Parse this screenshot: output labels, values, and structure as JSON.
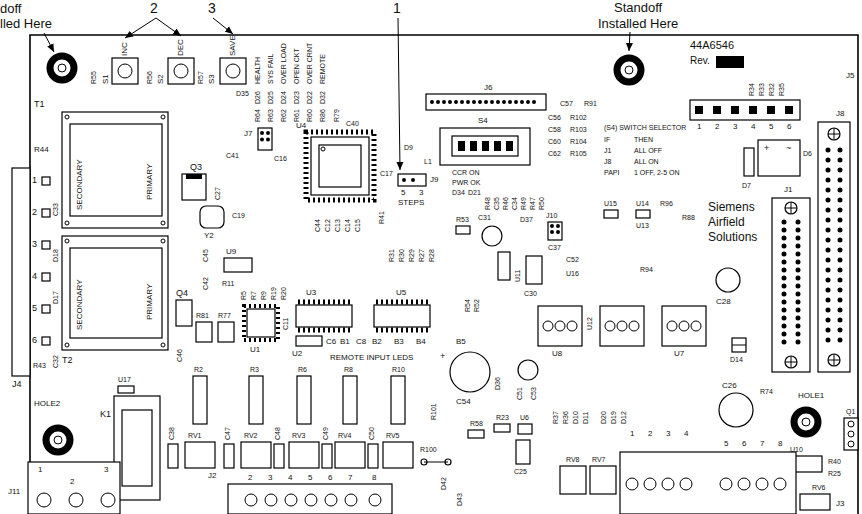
{
  "diagram": {
    "labels": [
      "doff",
      "lled Here",
      "2",
      "3",
      "1",
      "Standoff",
      "Installed Here",
      "R55",
      "INC",
      "S1",
      "R56",
      "DEC",
      "S2",
      "R57",
      "SAVE",
      "S3",
      "HEALTH",
      "SYS FAIL",
      "OVER LOAD",
      "OPEN CKT",
      "OVER CRNT",
      "REMOTE",
      "D26",
      "D25",
      "D24",
      "D23",
      "D22",
      "D32",
      "R64",
      "R63",
      "R62",
      "R61",
      "R60",
      "R86",
      "R79",
      "D35",
      "T1",
      "R44",
      "1",
      "2",
      "3",
      "4",
      "5",
      "6",
      "C33",
      "D18",
      "D17",
      "C32",
      "R43",
      "J4",
      "T2",
      "SECONDARY",
      "PRIMARY",
      "SECONDARY",
      "PRIMARY",
      "Q3",
      "C27",
      "C41",
      "J7",
      "C16",
      "Y2",
      "C19",
      "U9",
      "C45",
      "C42",
      "Q4",
      "R81",
      "R77",
      "C46",
      "U4",
      "C40",
      "C44",
      "C12",
      "C13",
      "C14",
      "C15",
      "R41",
      "R31",
      "R30",
      "R29",
      "R27",
      "R28",
      "R11",
      "R5",
      "R7",
      "R9",
      "R19",
      "R20",
      "U1",
      "U3",
      "C11",
      "U2",
      "U5",
      "C6",
      "B1",
      "C8",
      "B2",
      "B3",
      "B4",
      "B5",
      "REMOTE INPUT LEDS",
      "D9",
      "C17",
      "L1",
      "J9",
      "5",
      "3",
      "STEPS",
      "J6",
      "S4",
      "C57",
      "R91",
      "C56",
      "C58",
      "C60",
      "C62",
      "R102",
      "R103",
      "R104",
      "R105",
      "(S4) SWITCH SELECTOR",
      "IF",
      "THEN",
      "J1",
      "ALL OFF",
      "J8",
      "ALL ON",
      "PAPI",
      "1 OFF, 2-5 ON",
      "44A6546",
      "Rev.",
      "R34",
      "R33",
      "R32",
      "R35",
      "J5",
      "1",
      "2",
      "3",
      "4",
      "5",
      "6",
      "J8",
      "+",
      "~",
      "D7",
      "D6",
      "J1",
      "Siemens Airfield Solutions",
      "CCR ON",
      "PWR OK",
      "D34",
      "D21",
      "R48",
      "C35",
      "R46",
      "C34",
      "R49",
      "R47",
      "R50",
      "J10",
      "R53",
      "C31",
      "D37",
      "U11",
      "C30",
      "C37",
      "C52",
      "U16",
      "U15",
      "U14",
      "R96",
      "U13",
      "R88",
      "R54",
      "R52",
      "U8",
      "U12",
      "U7",
      "R94",
      "C28",
      "D14",
      "C26",
      "HOLE1",
      "Q1",
      "U10",
      "R40",
      "R25",
      "J3",
      "RV6",
      "R74",
      "C51",
      "C53",
      "+",
      "C54",
      "D36",
      "R101",
      "R58",
      "R23",
      "U6",
      "C25",
      "R100",
      "D42",
      "D43",
      "R37",
      "R36",
      "D10",
      "D11",
      "D20",
      "D19",
      "D12",
      "RV8",
      "RV7",
      "1",
      "2",
      "3",
      "4",
      "5",
      "6",
      "7",
      "8",
      "HOLE2",
      "U17",
      "K1",
      "J11",
      "1",
      "2",
      "3",
      "R2",
      "R3",
      "R6",
      "R8",
      "R10",
      "RV1",
      "RV2",
      "RV3",
      "RV4",
      "RV5",
      "C38",
      "C47",
      "C48",
      "C49",
      "C50",
      "J2",
      "2",
      "3",
      "4",
      "5",
      "6",
      "7",
      "8"
    ]
  }
}
